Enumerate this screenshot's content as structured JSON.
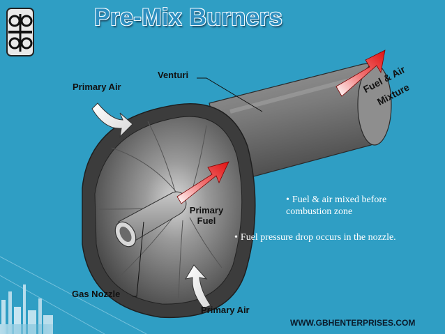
{
  "title": "Pre-Mix Burners",
  "labels": {
    "venturi": "Venturi",
    "primary_air_top": "Primary Air",
    "primary_air_bottom": "Primary Air",
    "primary_fuel_line1": "Primary",
    "primary_fuel_line2": "Fuel",
    "gas_nozzle": "Gas Nozzle",
    "fuel_air_line1": "Fuel & Air",
    "fuel_air_line2": "Mixture"
  },
  "bullets": [
    {
      "line1": "Fuel & air mixed before",
      "line2": "combustion zone"
    },
    {
      "line1": "Fuel pressure drop occurs in the nozzle."
    }
  ],
  "footer": {
    "website": "WWW.GBHENTERPRISES.COM"
  },
  "icons": {
    "logo": "gbh-logo-icon"
  },
  "colors": {
    "background": "#2f9ec4",
    "title": "#2e8fc0",
    "arrow": "#e01010",
    "burner": "#7a7a7a"
  }
}
